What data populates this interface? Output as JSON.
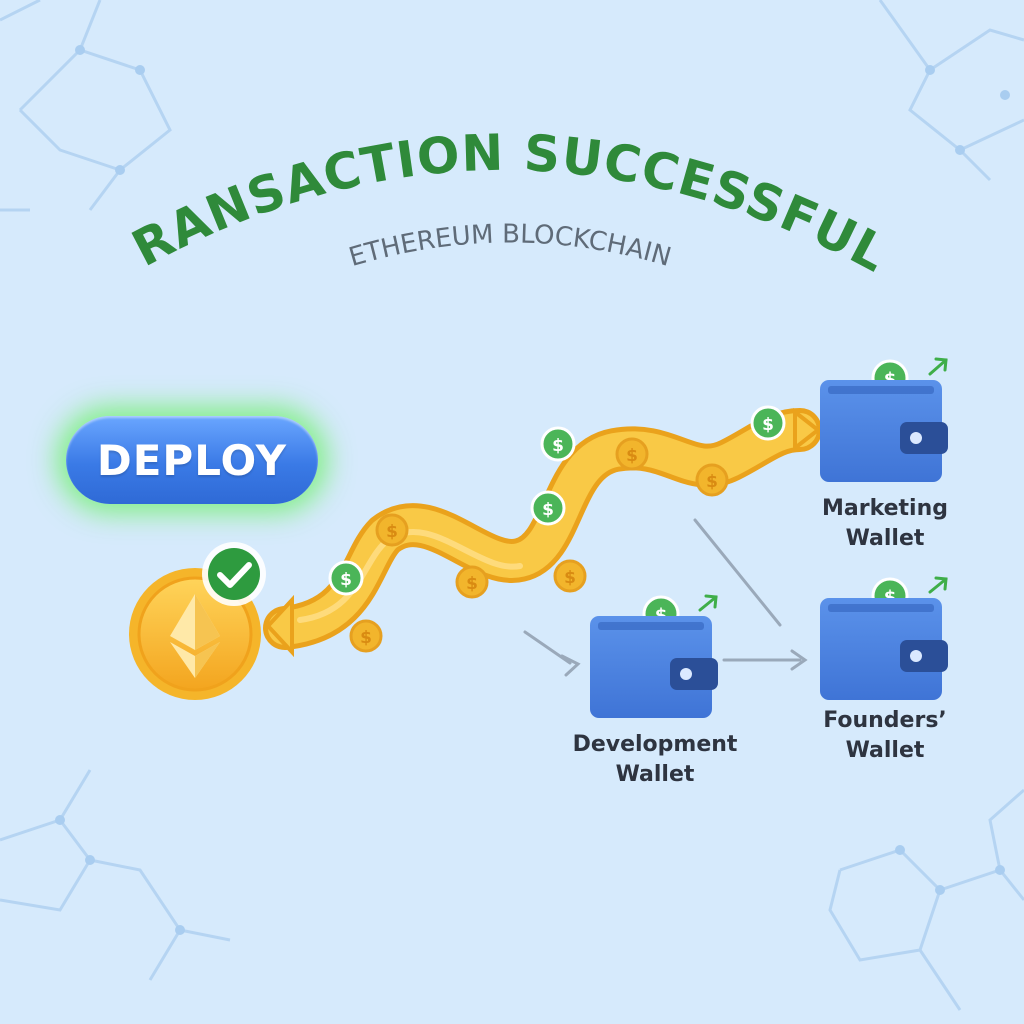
{
  "header": {
    "title": "TRANSACTION SUCCESSFUL!",
    "subtitle": "ETHEREUM BLOCKCHAIN"
  },
  "deploy_button": {
    "label": "DEPLOY"
  },
  "wallets": {
    "marketing": {
      "line1": "Marketing",
      "line2": "Wallet"
    },
    "development": {
      "line1": "Development",
      "line2": "Wallet"
    },
    "founders": {
      "line1": "Founders’",
      "line2": "Wallet"
    }
  },
  "coins": {
    "symbol": "$"
  },
  "icons": [
    "ethereum-icon",
    "check-icon",
    "wallet-icon",
    "dollar-coin-icon",
    "arrow-up-right-icon"
  ],
  "colors": {
    "background": "#d6eafc",
    "title_green": "#2f8a3a",
    "subtitle_gray": "#5f6b78",
    "deploy_blue": "#3a7ae6",
    "deploy_glow": "#78f078",
    "flow_gold": "#f7c23c",
    "wallet_blue": "#4a82e0",
    "coin_green": "#3fae49",
    "check_green": "#2e9b3f"
  }
}
